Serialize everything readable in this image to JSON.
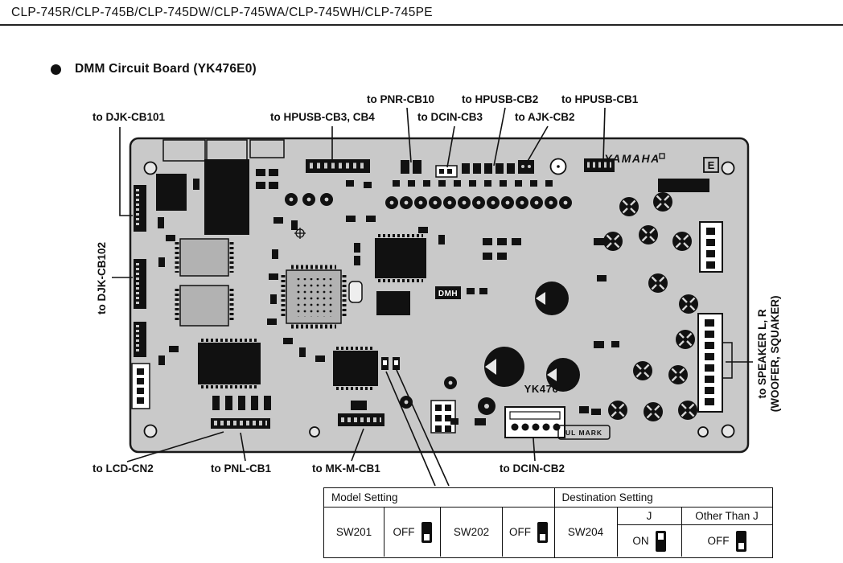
{
  "doc": {
    "header": "CLP-745R/CLP-745B/CLP-745DW/CLP-745WA/CLP-745WH/CLP-745PE",
    "section_title": "DMM Circuit Board (YK476E0)"
  },
  "board": {
    "labels": {
      "pnr_cb10": "to PNR-CB10",
      "hpusb_cb2": "to HPUSB-CB2",
      "hpusb_cb1": "to HPUSB-CB1",
      "djk_cb101": "to DJK-CB101",
      "hpusb_cb3_cb4": "to HPUSB-CB3, CB4",
      "dcin_cb3": "to DCIN-CB3",
      "ajk_cb2": "to AJK-CB2",
      "djk_cb102": "to DJK-CB102",
      "speaker_line1": "to SPEAKER L, R",
      "speaker_line2": "(WOOFER, SQUAKER)",
      "lcd_cn2": "to LCD-CN2",
      "pnl_cb1": "to PNL-CB1",
      "mkm_cb1": "to MK-M-CB1",
      "dcin_cb2": "to DCIN-CB2"
    },
    "silkscreen": {
      "brand": "YAMAHA",
      "e_mark": "E",
      "dmh": "DMH",
      "model": "YK476",
      "ul_mark": "UL MARK"
    },
    "colors": {
      "board_fill": "#c9c9c9",
      "component": "#111111"
    }
  },
  "settings": {
    "model": {
      "title": "Model Setting",
      "items": [
        {
          "sw": "SW201",
          "value": "OFF"
        },
        {
          "sw": "SW202",
          "value": "OFF"
        }
      ]
    },
    "destination": {
      "title": "Destination Setting",
      "sw": "SW204",
      "col_j": "J",
      "col_other": "Other Than J",
      "val_j": "ON",
      "val_other": "OFF"
    }
  }
}
